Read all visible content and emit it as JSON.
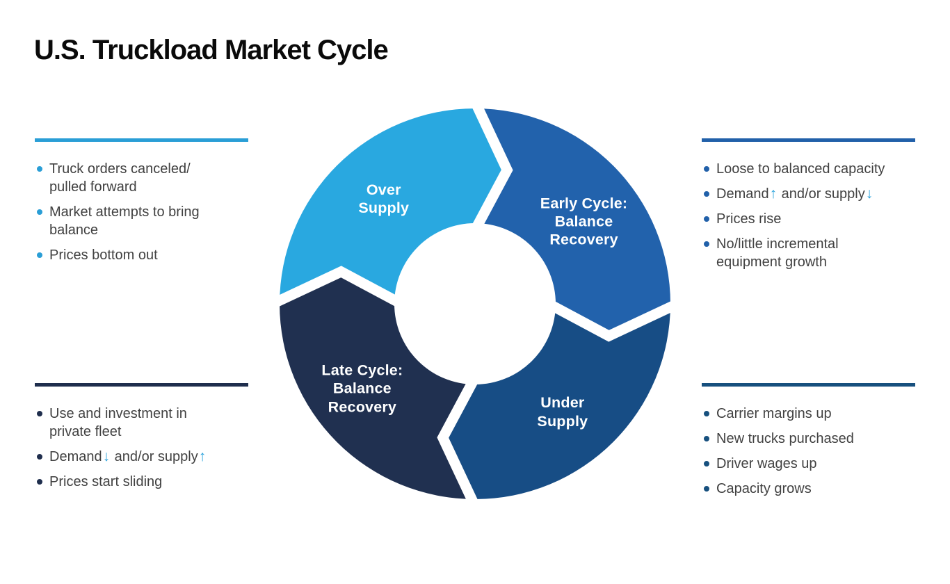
{
  "title": "U.S. Truckload Market Cycle",
  "text_color": "#414141",
  "cycle": {
    "direction": "clockwise",
    "segments": [
      {
        "id": "over-supply",
        "label": "Over\nSupply",
        "color": "#29A8E0"
      },
      {
        "id": "early-cycle",
        "label": "Early Cycle:\nBalance\nRecovery",
        "color": "#2262AC"
      },
      {
        "id": "under-supply",
        "label": "Under\nSupply",
        "color": "#174D85"
      },
      {
        "id": "late-cycle",
        "label": "Late Cycle:\nBalance\nRecovery",
        "color": "#203050"
      }
    ]
  },
  "panels": [
    {
      "id": "over-supply-panel",
      "position": "top-left",
      "accent": "#2A9ED6",
      "arrow_color": "#2BA3DC",
      "items": [
        "Truck orders canceled/\npulled forward",
        "Market attempts to bring\nbalance",
        "Prices bottom out"
      ]
    },
    {
      "id": "early-cycle-panel",
      "position": "top-right",
      "accent": "#2160A9",
      "arrow_color": "#2BA3DC",
      "items": [
        "Loose to balanced capacity",
        "Demand↑ and/or supply↓",
        "Prices rise",
        "No/little incremental\nequipment growth"
      ]
    },
    {
      "id": "late-cycle-panel",
      "position": "bottom-left",
      "accent": "#1F2E4D",
      "arrow_color": "#2BA3DC",
      "items": [
        "Use and investment in\nprivate fleet",
        "Demand↓ and/or supply↑",
        "Prices start sliding"
      ]
    },
    {
      "id": "under-supply-panel",
      "position": "bottom-right",
      "accent": "#17507E",
      "arrow_color": "#2BA3DC",
      "items": [
        "Carrier margins up",
        "New trucks purchased",
        "Driver wages up",
        "Capacity grows"
      ]
    }
  ]
}
